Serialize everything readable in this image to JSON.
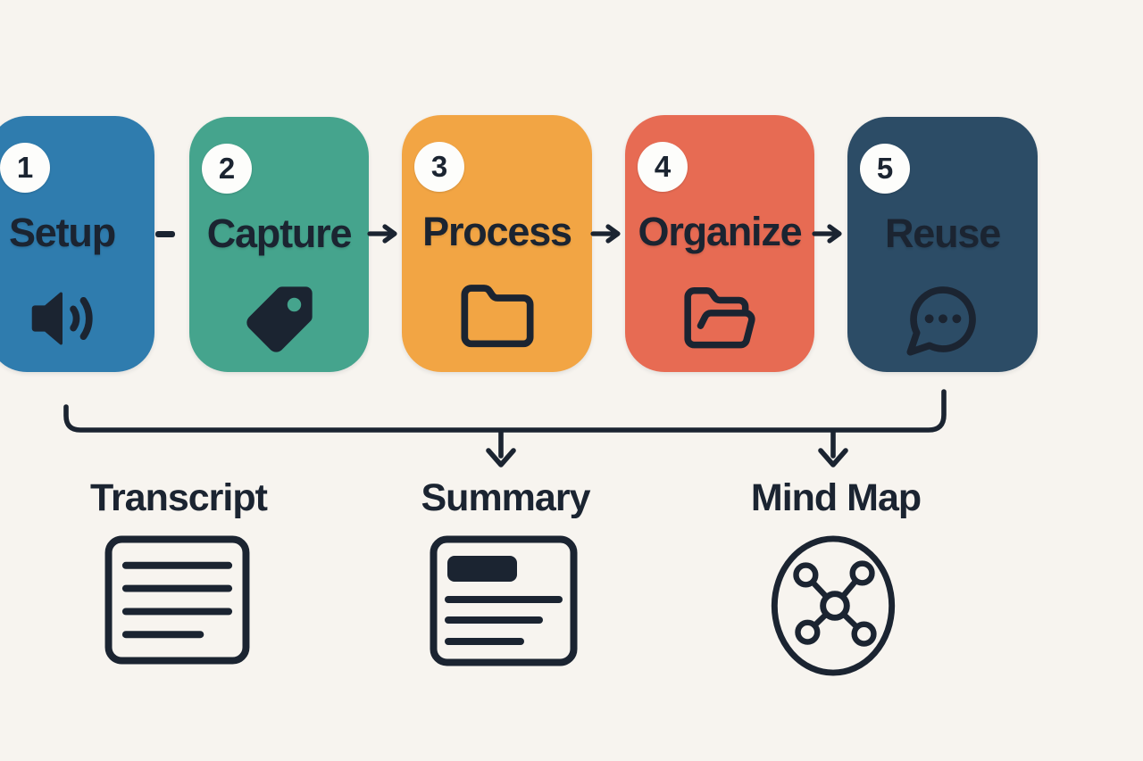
{
  "palette": {
    "background": "#F7F4EF",
    "ink": "#1B2431",
    "badge_background": "#FDFDFB"
  },
  "steps": [
    {
      "number": "1",
      "label": "Setup",
      "color": "#2F7CAE",
      "icon": "speaker-icon"
    },
    {
      "number": "2",
      "label": "Capture",
      "color": "#45A48D",
      "icon": "tag-icon"
    },
    {
      "number": "3",
      "label": "Process",
      "color": "#F2A544",
      "icon": "folder-icon"
    },
    {
      "number": "4",
      "label": "Organize",
      "color": "#E76B53",
      "icon": "open-folder-icon"
    },
    {
      "number": "5",
      "label": "Reuse",
      "color": "#2C4C66",
      "icon": "chat-bubble-icon"
    }
  ],
  "connectors": {
    "between_steps": [
      "dash",
      "arrow",
      "arrow",
      "arrow"
    ],
    "to_outputs": "bracket with two down arrows"
  },
  "outputs": [
    {
      "label": "Transcript",
      "icon": "transcript-document-icon"
    },
    {
      "label": "Summary",
      "icon": "summary-document-icon"
    },
    {
      "label": "Mind Map",
      "icon": "mind-map-icon"
    }
  ]
}
